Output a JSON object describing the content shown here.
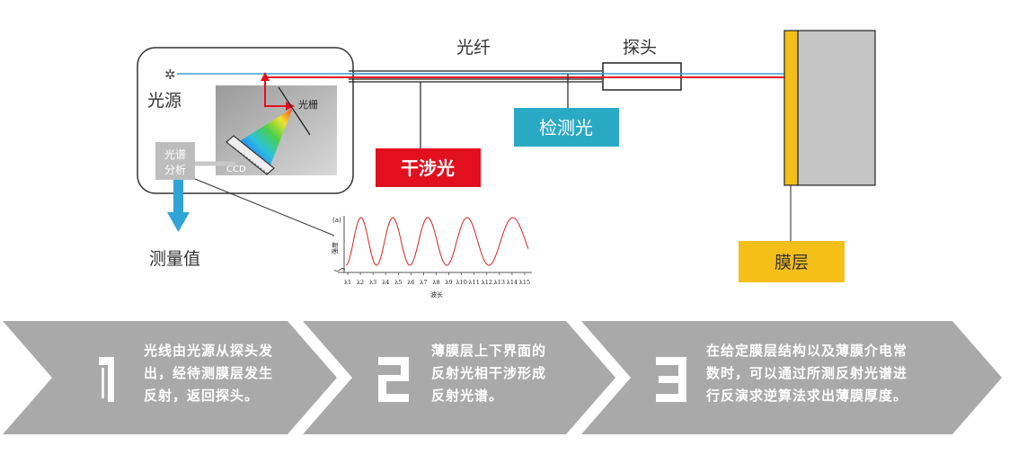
{
  "labels": {
    "light_source": "光源",
    "spectrum_analysis_line1": "光谱",
    "spectrum_analysis_line2": "分析",
    "ccd": "CCD",
    "grating": "光栅",
    "measured_value": "测量值",
    "fiber": "光纤",
    "probe": "探头",
    "interference_light": "干涉光",
    "detection_light": "检测光",
    "film_layer": "膜层"
  },
  "colors": {
    "red": "#e2101e",
    "cyan_label": "#2aa9c4",
    "blue_beam": "#3aa0d0",
    "yellow": "#f5bf1a",
    "substrate": "#c5c5c5",
    "gray_arrow": "#a9a9a9",
    "detector_box": "#cfcfcf"
  },
  "inset_chart": {
    "panel_label": "(a)",
    "ylabel": "强度",
    "xlabel": "波长",
    "ticks": [
      "λ1",
      "λ2",
      "λ3",
      "λ4",
      "λ5",
      "λ6",
      "λ7",
      "λ8",
      "λ9",
      "λ10",
      "λ11",
      "λ12",
      "λ13",
      "λ14",
      "λ15"
    ]
  },
  "steps": [
    {
      "number": "1",
      "lines": [
        "光线由光源从探头发",
        "出，经待测膜层发生",
        "反射，返回探头。"
      ]
    },
    {
      "number": "2",
      "lines": [
        "薄膜层上下界面的",
        "反射光相干涉形成",
        "反射光谱。"
      ]
    },
    {
      "number": "3",
      "lines": [
        "在给定膜层结构以及薄膜介电常",
        "数时，可以通过所测反射光谱进",
        "行反演求逆算法求出薄膜厚度。"
      ]
    }
  ]
}
